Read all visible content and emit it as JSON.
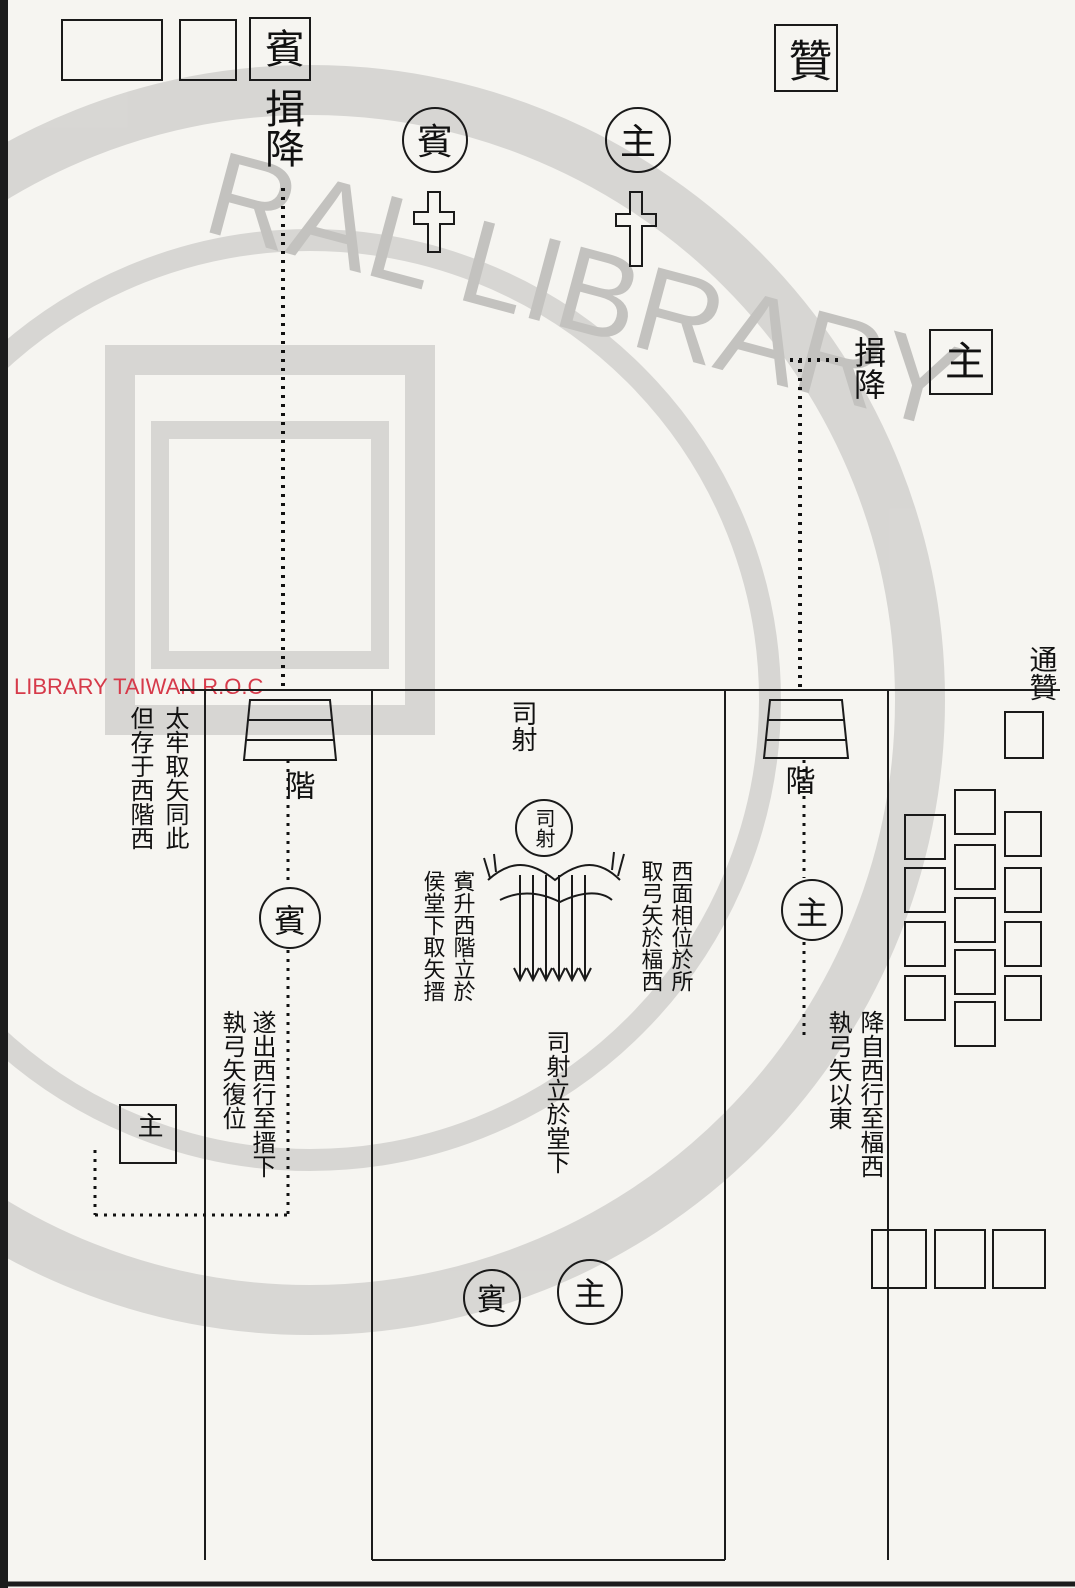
{
  "watermark": {
    "ring_text": "RAL LIBRARY",
    "caption": "LIBRARY TAIWAN R.O.C"
  },
  "labels": {
    "zan": "贊",
    "bin_main": "賓",
    "bin_yijiang": "揖降",
    "zhu_main": "主",
    "zhu_yijiang": "揖降",
    "bin_circle_top": "賓",
    "zhu_circle_top": "主",
    "tongzan": "通贊",
    "jie_left": "階",
    "jie_right": "階",
    "bin_circle_mid": "賓",
    "zhu_circle_mid": "主",
    "she_circle": "司射",
    "she_label": "司射",
    "bin_circle_bottom": "賓",
    "zhu_circle_bottom": "主",
    "left_note_1": "太牢取矢同此",
    "left_note_2": "但存于西階西",
    "center_left_note_1": "賓升西階立於",
    "center_left_note_2": "侯堂下取矢搢",
    "center_right_note_1": "西面相位於所",
    "center_right_note_2": "取弓矢於楅西",
    "lower_left_note_1": "遂出西行至搢下",
    "lower_left_note_2": "執弓矢復位",
    "lower_right_note_1": "降自西行至楅西",
    "lower_right_note_2": "執弓矢以東",
    "center_bottom_note": "司射立於堂下",
    "mark_small": "主"
  }
}
